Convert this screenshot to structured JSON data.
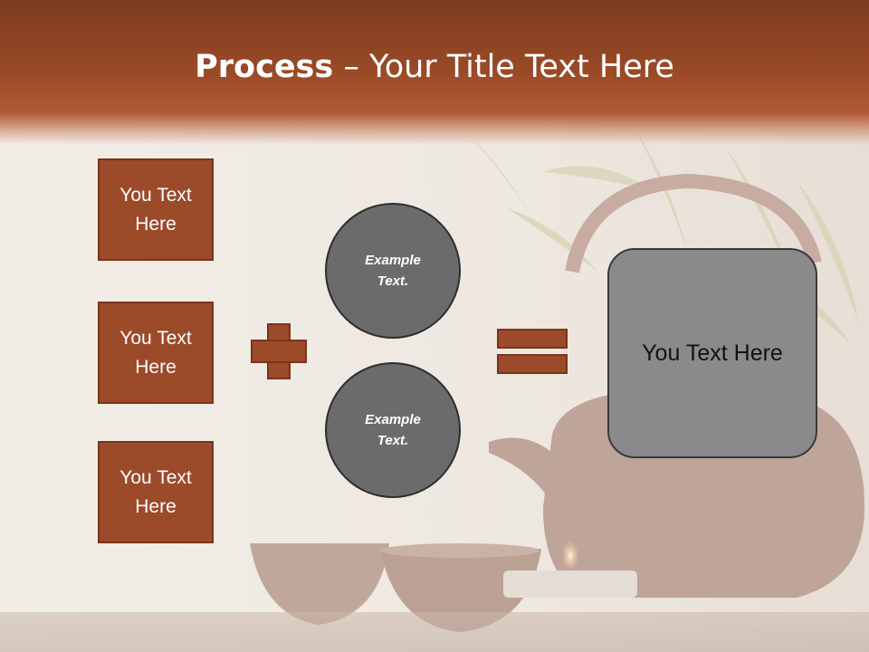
{
  "slide": {
    "title_bold": "Process",
    "title_dash": " – ",
    "title_rest": "Your Title Text Here",
    "left_boxes": [
      "You Text Here",
      "You Text Here",
      "You Text Here"
    ],
    "circles": [
      "Example Text.",
      "Example Text."
    ],
    "result": "You Text Here",
    "plus_icon": "plus-icon",
    "equals_icon": "equals-icon"
  },
  "colors": {
    "accent": "#9b4a2a",
    "accent_border": "#7a3419",
    "title_band": "#8f4424",
    "circle_fill": "#6b6b6b",
    "result_fill": "#8a8a8a"
  }
}
